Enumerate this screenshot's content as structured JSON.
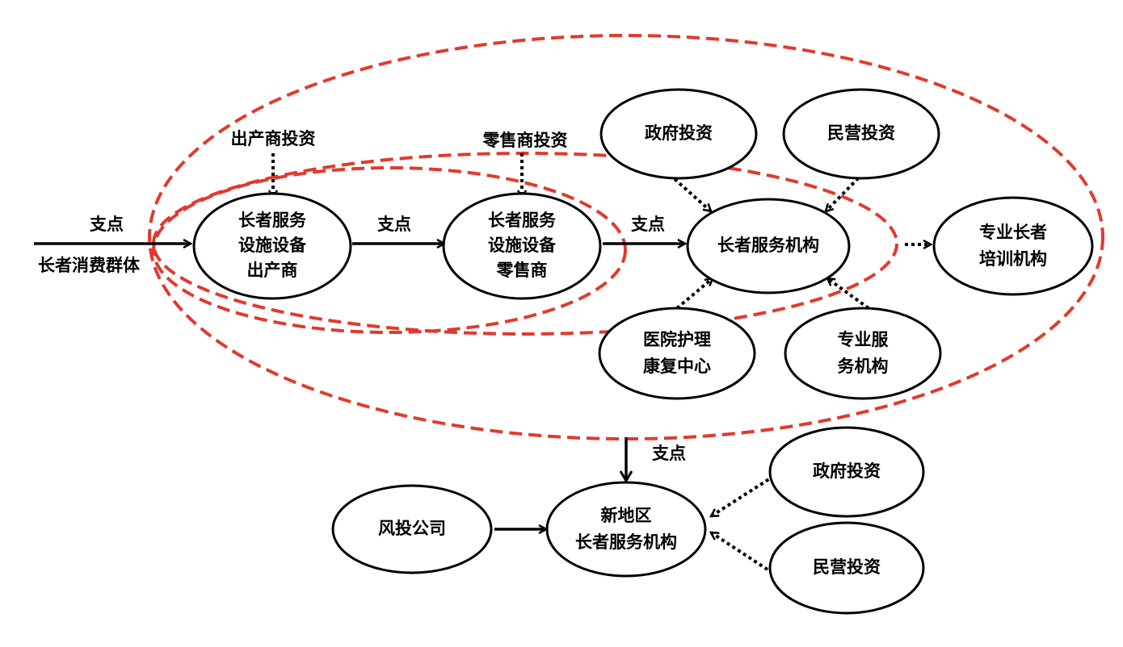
{
  "colors": {
    "loop": "#e03a2f",
    "line": "#000000",
    "node_fill": "#ffffff"
  },
  "labels": {
    "consumer_group": "长者消费群体",
    "fulcrum_1": "支点",
    "fulcrum_2": "支点",
    "fulcrum_3": "支点",
    "fulcrum_4": "支点",
    "manufacturer_investment": "出产商投资",
    "retailer_investment": "零售商投资"
  },
  "nodes": {
    "manufacturer": [
      "长者服务",
      "设施设备",
      "出产商"
    ],
    "retailer": [
      "长者服务",
      "设施设备",
      "零售商"
    ],
    "senior_service_org": [
      "长者服务机构"
    ],
    "gov_investment_top": [
      "政府投资"
    ],
    "private_investment_top": [
      "民营投资"
    ],
    "hospital_rehab": [
      "医院护理",
      "康复中心"
    ],
    "professional_service": [
      "专业服",
      "务机构"
    ],
    "training_org": [
      "专业长者",
      "培训机构"
    ],
    "new_region_org": [
      "新地区",
      "长者服务机构"
    ],
    "venture_capital": [
      "风投公司"
    ],
    "gov_investment_bottom": [
      "政府投资"
    ],
    "private_investment_bottom": [
      "民营投资"
    ]
  }
}
